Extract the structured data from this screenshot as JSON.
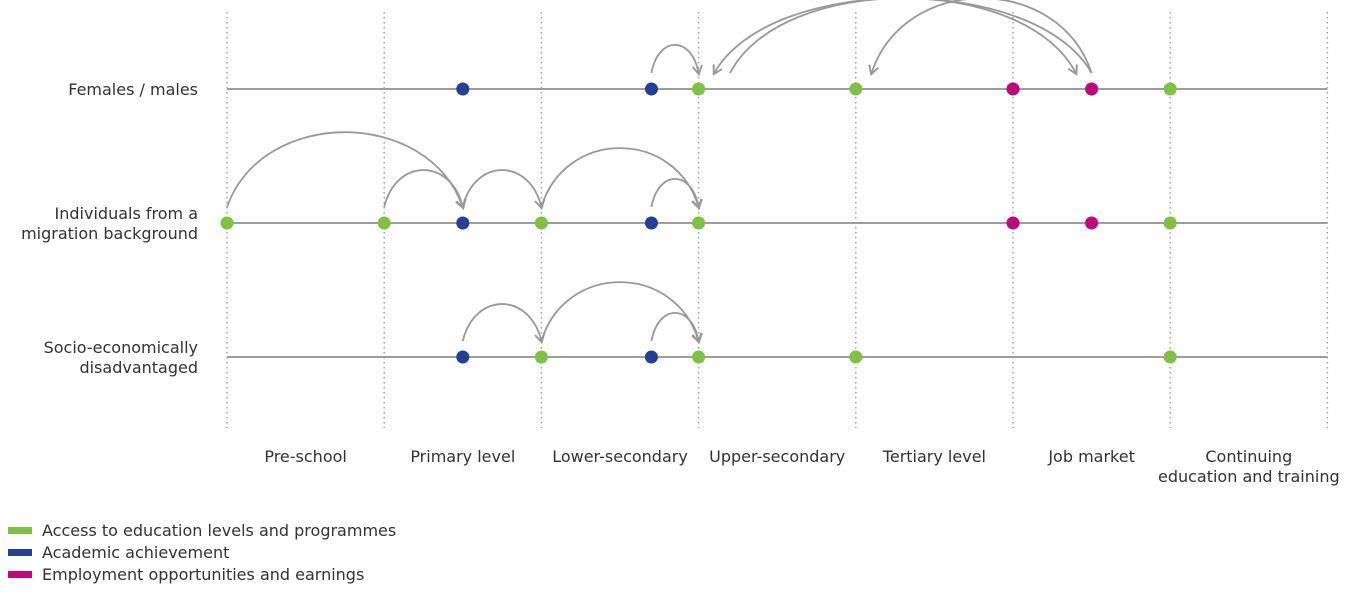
{
  "groups": [
    {
      "label_lines": [
        "Females / males"
      ],
      "points": [
        {
          "stage": 1.5,
          "type": "achievement"
        },
        {
          "stage": 2.7,
          "type": "achievement"
        },
        {
          "stage": 3.0,
          "type": "access"
        },
        {
          "stage": 4.0,
          "type": "access"
        },
        {
          "stage": 5.0,
          "type": "employment"
        },
        {
          "stage": 5.5,
          "type": "employment"
        },
        {
          "stage": 6.0,
          "type": "access"
        }
      ],
      "arrows": [
        {
          "from": 2.7,
          "to": 3.0
        },
        {
          "from": 5.5,
          "to": 3.1
        },
        {
          "from": 5.5,
          "to": 4.1
        },
        {
          "from": 3.2,
          "to": 5.4
        }
      ]
    },
    {
      "label_lines": [
        "Individuals from a",
        "migration background"
      ],
      "points": [
        {
          "stage": 0.0,
          "type": "access"
        },
        {
          "stage": 1.0,
          "type": "access"
        },
        {
          "stage": 1.5,
          "type": "achievement"
        },
        {
          "stage": 2.0,
          "type": "access"
        },
        {
          "stage": 2.7,
          "type": "achievement"
        },
        {
          "stage": 3.0,
          "type": "access"
        },
        {
          "stage": 5.0,
          "type": "employment"
        },
        {
          "stage": 5.5,
          "type": "employment"
        },
        {
          "stage": 6.0,
          "type": "access"
        }
      ],
      "arrows": [
        {
          "from": 0.0,
          "to": 1.5
        },
        {
          "from": 1.0,
          "to": 1.5
        },
        {
          "from": 1.5,
          "to": 2.0
        },
        {
          "from": 2.0,
          "to": 3.0
        },
        {
          "from": 2.7,
          "to": 3.0
        }
      ]
    },
    {
      "label_lines": [
        "Socio-economically",
        "disadvantaged"
      ],
      "points": [
        {
          "stage": 1.5,
          "type": "achievement"
        },
        {
          "stage": 2.0,
          "type": "access"
        },
        {
          "stage": 2.7,
          "type": "achievement"
        },
        {
          "stage": 3.0,
          "type": "access"
        },
        {
          "stage": 4.0,
          "type": "access"
        },
        {
          "stage": 6.0,
          "type": "access"
        }
      ],
      "arrows": [
        {
          "from": 1.5,
          "to": 2.0
        },
        {
          "from": 2.0,
          "to": 3.0
        },
        {
          "from": 2.7,
          "to": 3.0
        }
      ]
    }
  ],
  "stages": [
    [
      "Pre-school"
    ],
    [
      "Primary level"
    ],
    [
      "Lower-secondary"
    ],
    [
      "Upper-secondary"
    ],
    [
      "Tertiary level"
    ],
    [
      "Job market"
    ],
    [
      "Continuing",
      "education and training"
    ]
  ],
  "legend": [
    {
      "key": "access",
      "label": "Access to education levels and programmes",
      "color": "#7dc242"
    },
    {
      "key": "achievement",
      "label": "Academic achievement",
      "color": "#21409a"
    },
    {
      "key": "employment",
      "label": "Employment opportunities and earnings",
      "color": "#c0077c"
    }
  ],
  "colors": {
    "line": "#9e9e9e",
    "arrow": "#999999",
    "divider": "#9e9e9e"
  }
}
